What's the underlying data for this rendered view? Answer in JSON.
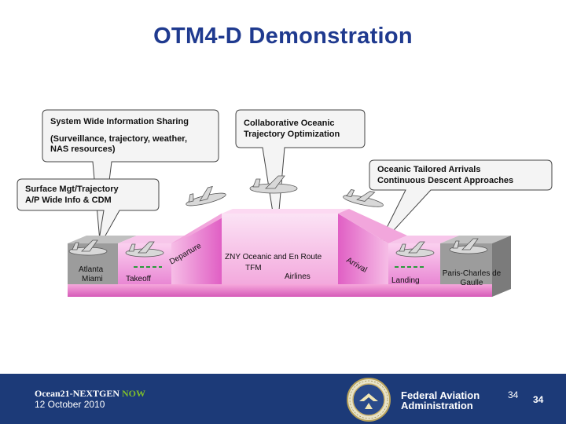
{
  "slide": {
    "title": "OTM4-D Demonstration"
  },
  "callouts": {
    "swis_title": "System Wide Information Sharing",
    "swis_detail_1": "(Surveillance, trajectory, weather,",
    "swis_detail_2": "NAS resources)",
    "coto_1": "Collaborative Oceanic",
    "coto_2": "Trajectory Optimization",
    "ota_1": "Oceanic Tailored Arrivals",
    "ota_2": "Continuous Descent Approaches",
    "surface_1": "Surface Mgt/Trajectory",
    "surface_2": "A/P Wide Info & CDM"
  },
  "diagram": {
    "origin_1": "Atlanta",
    "origin_2": "Miami",
    "takeoff": "Takeoff",
    "departure": "Departure",
    "enroute": "ZNY Oceanic and En Route",
    "tfm": "TFM",
    "airlines": "Airlines",
    "arrival": "Arrival",
    "landing": "Landing",
    "dest_1": "Paris-Charles de",
    "dest_2": "Gaulle"
  },
  "footer": {
    "program_prefix": "Ocean21-NEXTGEN ",
    "program_suffix": "NOW",
    "date": "12 October 2010",
    "agency_1": "Federal Aviation",
    "agency_2": "Administration",
    "page_a": "34",
    "page_b": "34"
  },
  "colors": {
    "title": "#1f3a8f",
    "footer_bg": "#1c3a78",
    "now_green": "#7fbf2a",
    "band_pink": "#f4a6d8",
    "band_magenta": "#e45fc6",
    "runway_gray": "#8a8a8a"
  }
}
